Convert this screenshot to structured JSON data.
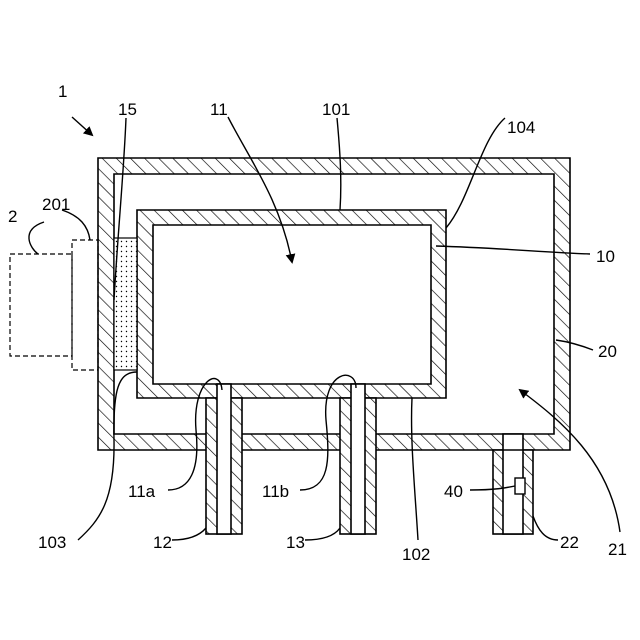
{
  "labels": {
    "ref_1": "1",
    "ref_15": "15",
    "ref_11": "11",
    "ref_101": "101",
    "ref_104": "104",
    "ref_2": "2",
    "ref_201": "201",
    "ref_10": "10",
    "ref_20": "20",
    "ref_11a": "11a",
    "ref_11b": "11b",
    "ref_40": "40",
    "ref_103": "103",
    "ref_12": "12",
    "ref_13": "13",
    "ref_102": "102",
    "ref_22": "22",
    "ref_21": "21"
  },
  "colors": {
    "line": "#000000",
    "background": "#ffffff",
    "filter_dots": "#000000"
  }
}
